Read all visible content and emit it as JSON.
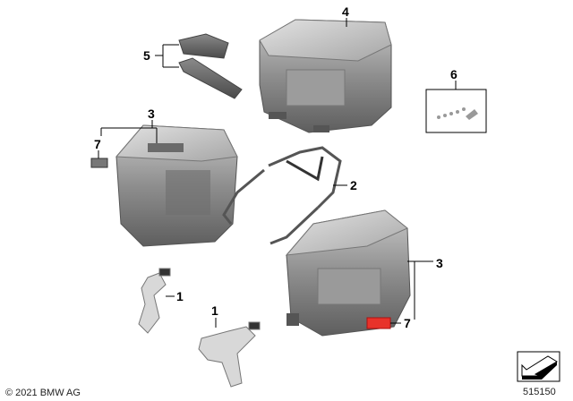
{
  "diagram": {
    "callouts": {
      "topcase": "4",
      "pads": "5",
      "small_parts": "6",
      "left_case": "3",
      "left_reflector": "7",
      "rack": "2",
      "right_case": "3",
      "right_reflector": "7",
      "left_holder": "1",
      "right_holder": "1"
    },
    "copyright": "© 2021 BMW AG",
    "diagram_number": "515150",
    "colors": {
      "case": "#8a8a8a",
      "reflector": "#e8322a",
      "line": "#000000"
    }
  }
}
